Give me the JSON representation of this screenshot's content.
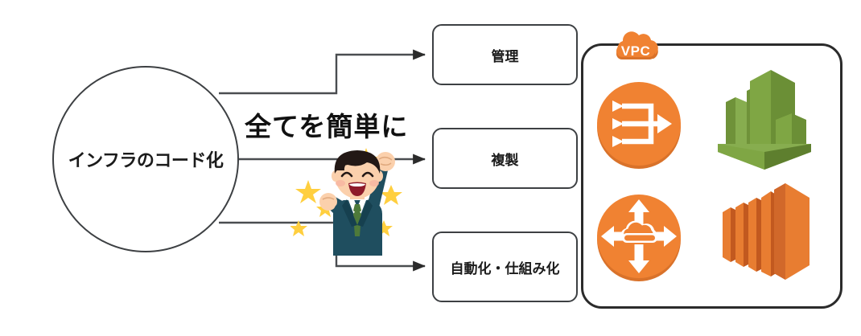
{
  "diagram": {
    "title": "インフラのコード化 — 全てを簡単に",
    "source_node": {
      "label": "インフラのコード化",
      "shape": "circle"
    },
    "headline": {
      "text": "全てを簡単に"
    },
    "process_boxes": [
      {
        "id": "manage",
        "label": "管理"
      },
      {
        "id": "replicate",
        "label": "複製"
      },
      {
        "id": "automate",
        "label": "自動化・仕組み化"
      }
    ],
    "connectors": [
      {
        "from": "インフラのコード化",
        "to": "管理",
        "style": "elbow-up",
        "arrow": true
      },
      {
        "from": "インフラのコード化",
        "to": "複製",
        "style": "straight",
        "arrow": true
      },
      {
        "from": "インフラのコード化",
        "to": "自動化・仕組み化",
        "style": "elbow-down",
        "arrow": true
      }
    ],
    "vpc": {
      "badge_label": "VPC",
      "icons": [
        {
          "name": "aws-internet-gateway-icon",
          "color": "#F08232"
        },
        {
          "name": "aws-route53-icon",
          "color": "#F08232"
        },
        {
          "name": "aws-cloudwatch-icon",
          "color": "#759C3E"
        },
        {
          "name": "aws-elastic-beanstalk-icon",
          "color": "#E87D31"
        }
      ]
    },
    "illustration": {
      "name": "cheering-businessman-illustration",
      "description": "喜ぶ会社員（星付き）"
    },
    "colors": {
      "aws_orange": "#F08232",
      "aws_orange_dark": "#D9722A",
      "aws_green": "#759C3E",
      "aws_green_dark": "#5C7E2F",
      "line": "#4a4d50",
      "border": "#3d4043",
      "star": "#FFCF3F",
      "suit": "#1F4E5F",
      "skin": "#FBD0AC",
      "hair": "#231815",
      "tie": "#4E7A3A"
    }
  }
}
